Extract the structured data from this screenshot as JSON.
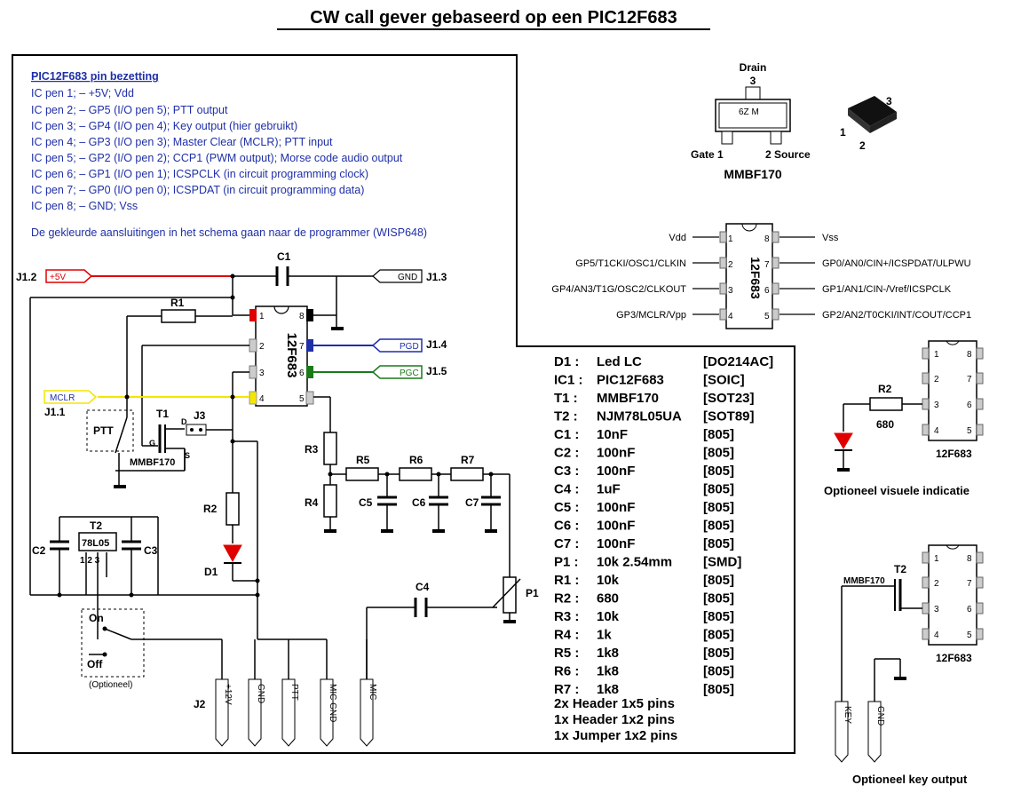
{
  "title": "CW call gever gebaseerd op een PIC12F683",
  "pinout": {
    "heading": "PIC12F683 pin bezetting",
    "lines": [
      "IC pen 1; – +5V; Vdd",
      "IC pen 2; – GP5 (I/O pen 5); PTT output",
      "IC pen 3; – GP4 (I/O pen 4); Key output (hier gebruikt)",
      "IC pen 4; – GP3 (I/O pen 3); Master Clear (MCLR); PTT input",
      "IC pen 5; – GP2 (I/O pen 2); CCP1 (PWM output); Morse code audio output",
      "IC pen 6; – GP1 (I/O pen 1); ICSPCLK (in circuit programming clock)",
      "IC pen 7; – GP0 (I/O pen 0); ICSPDAT (in circuit programming data)",
      "IC pen 8; – GND; Vss"
    ],
    "note": "De gekleurde aansluitingen in het schema gaan naar de programmer (WISP648)"
  },
  "bom": [
    {
      "ref": "D1 :",
      "val": "Led LC",
      "pkg": "[DO214AC]"
    },
    {
      "ref": "IC1 :",
      "val": "PIC12F683",
      "pkg": "[SOIC]"
    },
    {
      "ref": "T1 :",
      "val": "MMBF170",
      "pkg": "[SOT23]"
    },
    {
      "ref": "T2 :",
      "val": "NJM78L05UA",
      "pkg": "[SOT89]"
    },
    {
      "ref": "C1 :",
      "val": "10nF",
      "pkg": "[805]"
    },
    {
      "ref": "C2 :",
      "val": "100nF",
      "pkg": "[805]"
    },
    {
      "ref": "C3 :",
      "val": "100nF",
      "pkg": "[805]"
    },
    {
      "ref": "C4 :",
      "val": "1uF",
      "pkg": "[805]"
    },
    {
      "ref": "C5 :",
      "val": "100nF",
      "pkg": "[805]"
    },
    {
      "ref": "C6 :",
      "val": "100nF",
      "pkg": "[805]"
    },
    {
      "ref": "C7 :",
      "val": "100nF",
      "pkg": "[805]"
    },
    {
      "ref": "P1 :",
      "val": "10k  2.54mm",
      "pkg": "[SMD]"
    },
    {
      "ref": "R1 :",
      "val": "10k",
      "pkg": "[805]"
    },
    {
      "ref": "R2 :",
      "val": "680",
      "pkg": "[805]"
    },
    {
      "ref": "R3 :",
      "val": "10k",
      "pkg": "[805]"
    },
    {
      "ref": "R4 :",
      "val": "1k",
      "pkg": "[805]"
    },
    {
      "ref": "R5 :",
      "val": "1k8",
      "pkg": "[805]"
    },
    {
      "ref": "R6 :",
      "val": "1k8",
      "pkg": "[805]"
    },
    {
      "ref": "R7 :",
      "val": "1k8",
      "pkg": "[805]"
    }
  ],
  "extras": [
    "2x Header 1x5 pins",
    "1x Header 1x2 pins",
    "1x Jumper 1x2 pins"
  ],
  "mosfet": {
    "drain": "Drain",
    "pin3": "3",
    "marking": "6Z M",
    "gate": "Gate 1",
    "source": "2 Source",
    "name": "MMBF170",
    "p1": "1",
    "p2": "2",
    "p3": "3"
  },
  "ic_pinout": {
    "chip": "12F683",
    "left": [
      "Vdd",
      "GP5/T1CKI/OSC1/CLKIN",
      "GP4/AN3/T1G/OSC2/CLKOUT",
      "GP3/MCLR/Vpp"
    ],
    "right": [
      "Vss",
      "GP0/AN0/CIN+/ICSPDAT/ULPWU",
      "GP1/AN1/CIN-/Vref/ICSPCLK",
      "GP2/AN2/T0CKI/INT/COUT/CCP1"
    ]
  },
  "schematic": {
    "chip": "12F683",
    "j12": "J1.2",
    "plus5": "+5V",
    "j13": "J1.3",
    "gnd": "GND",
    "j14": "J1.4",
    "pgd": "PGD",
    "j15": "J1.5",
    "pgc": "PGC",
    "j11": "J1.1",
    "mclr": "MCLR",
    "c1": "C1",
    "r1": "R1",
    "t1": "T1",
    "j3": "J3",
    "d": "D",
    "g": "G",
    "s": "S",
    "ptt": "PTT",
    "mmbf": "MMBF170",
    "t2": "T2",
    "reg": "78L05",
    "regpins": "1 2 3",
    "c2": "C2",
    "c3": "C3",
    "r2": "R2",
    "d1": "D1",
    "r3": "R3",
    "r4": "R4",
    "r5": "R5",
    "r6": "R6",
    "r7": "R7",
    "c5": "C5",
    "c6": "C6",
    "c7": "C7",
    "c4": "C4",
    "p1": "P1",
    "on": "On",
    "off": "Off",
    "opt": "(Optioneel)",
    "j2": "J2",
    "conns": [
      "+12V",
      "GND",
      "PTT",
      "MIC GND",
      "MIC"
    ]
  },
  "led_opt": {
    "r2": "R2",
    "r2val": "680",
    "chip": "12F683",
    "caption": "Optioneel visuele indicatie"
  },
  "key_opt": {
    "mmbf": "MMBF170",
    "t2": "T2",
    "chip": "12F683",
    "conns": [
      "KEY",
      "GND"
    ],
    "caption": "Optioneel key output"
  },
  "colors": {
    "red": "#e00000",
    "blue": "#1f2fa8",
    "green": "#1a7a1a",
    "yellow": "#f3e600",
    "line": "#000000"
  }
}
